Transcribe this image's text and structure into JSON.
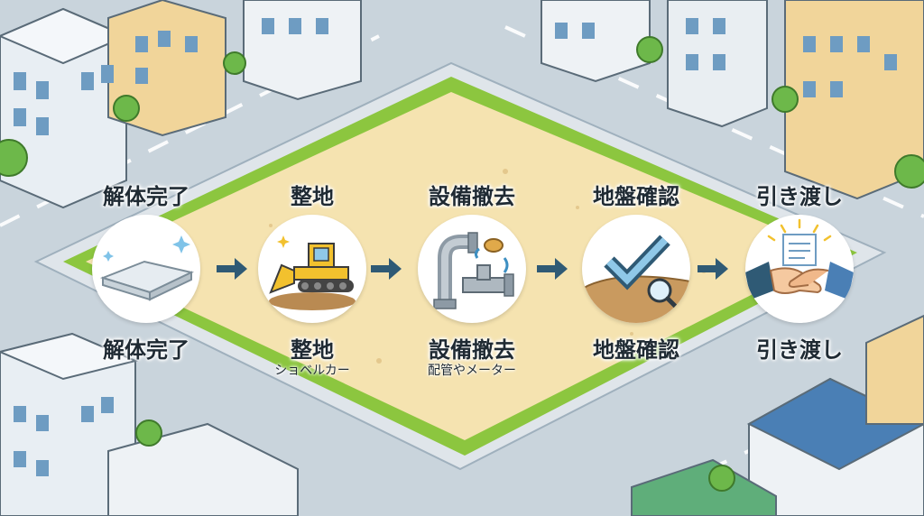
{
  "steps": [
    {
      "top_label": "解体完了",
      "bottom_label": "解体完了",
      "sub_label": "",
      "icon": "concrete-slab-icon"
    },
    {
      "top_label": "整地",
      "bottom_label": "整地",
      "sub_label": "ショベルカー",
      "icon": "bulldozer-icon"
    },
    {
      "top_label": "設備撤去",
      "bottom_label": "設備撤去",
      "sub_label": "配管やメーター",
      "icon": "pipe-icon"
    },
    {
      "top_label": "地盤確認",
      "bottom_label": "地盤確認",
      "sub_label": "",
      "icon": "checkmark-magnifier-icon"
    },
    {
      "top_label": "引き渡し",
      "bottom_label": "引き渡し",
      "sub_label": "",
      "icon": "handshake-icon"
    }
  ],
  "colors": {
    "lot_fill": "#f5e3b0",
    "lot_border": "#8cc63f",
    "road": "#c9d4dc",
    "arrow": "#2f5a75",
    "label_text": "#1f2a33"
  }
}
